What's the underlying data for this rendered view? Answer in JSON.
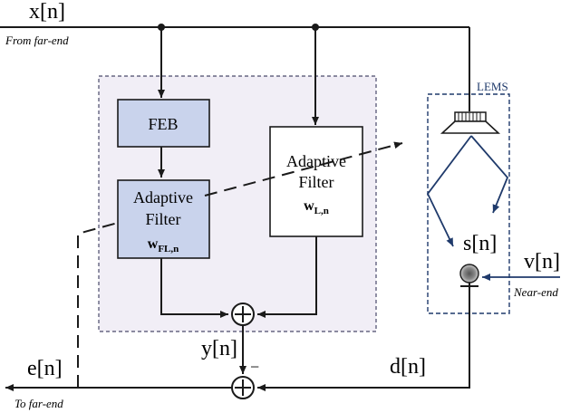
{
  "signals": {
    "x": "x[n]",
    "from_far_end": "From far-end",
    "e": "e[n]",
    "to_far_end": "To far-end",
    "y": "y[n]",
    "d": "d[n]",
    "s": "s[n]",
    "v": "v[n]",
    "near_end": "Near-end",
    "minus": "−"
  },
  "blocks": {
    "feb": "FEB",
    "adaptive_filter_fl": {
      "line1": "Adaptive",
      "line2": "Filter",
      "weight": "w",
      "weight_sub": "FL,n"
    },
    "adaptive_filter_l": {
      "line1": "Adaptive",
      "line2": "Filter",
      "weight": "w",
      "weight_sub": "L,n"
    },
    "lems": "LEMS"
  },
  "colors": {
    "line": "#1a1a1a",
    "feb_fill": "#c9d3ec",
    "filter_fill": "#ffffff",
    "dashed_box_fill": "#f1eef6",
    "dashed_box_stroke": "#4a4a6a",
    "lems_stroke": "#1f3a6b",
    "acoustic_path": "#1f3a6b"
  }
}
